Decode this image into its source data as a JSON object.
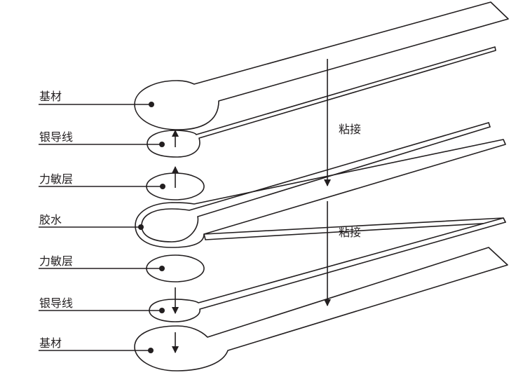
{
  "layers": [
    {
      "label": "基材"
    },
    {
      "label": "银导线"
    },
    {
      "label": "力敏层"
    },
    {
      "label": "胶水"
    },
    {
      "label": "力敏层"
    },
    {
      "label": "银导线"
    },
    {
      "label": "基材"
    }
  ],
  "process_labels": [
    "粘接",
    "粘接"
  ],
  "colors": {
    "line": "#231f20",
    "background": "#ffffff"
  }
}
